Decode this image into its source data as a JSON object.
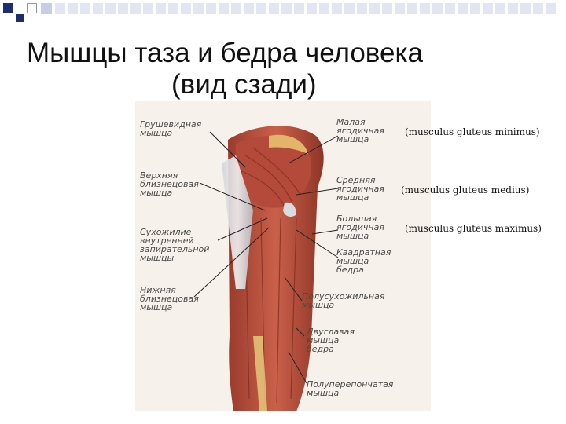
{
  "slide": {
    "title_line1": "Мышцы таза и бедра человека",
    "title_line2": "(вид сзади)"
  },
  "accent_color": "#1f2d6e",
  "figure": {
    "labels_left": [
      "Грушевидная\nмышца",
      "Верхняя\nблизнецовая\nмышца",
      "Сухожилие\nвнутренней\nзапирательной\nмышцы",
      "Нижняя\nблизнецовая\nмышца"
    ],
    "labels_right": [
      "Малая\nягодичная\nмышца",
      "Средняя\nягодичная\nмышца",
      "Большая\nягодичная\nмышца",
      "Квадратная\nмышца\nбедра",
      "Полусухожильная\nмышца",
      "Двуглавая\nмышца\nбедра",
      "Полуперепончатая\nмышца"
    ]
  },
  "latin_notes": [
    "(musculus gluteus minimus)",
    "(musculus gluteus medius)",
    "(musculus gluteus maximus)"
  ]
}
